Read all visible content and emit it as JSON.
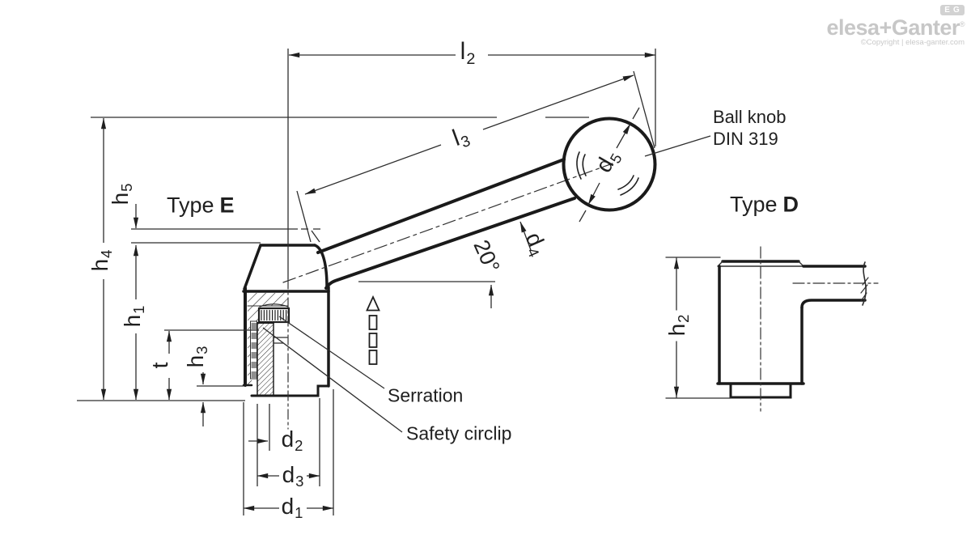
{
  "logo": {
    "elesa": "elesa",
    "plus": "+",
    "ganter": "Ganter",
    "registered": "®",
    "tagline": "©Copyright | elesa-ganter.com",
    "badge_e": "E",
    "badge_g": "G"
  },
  "annotations": {
    "type_e_prefix": "Type",
    "type_e_letter": "E",
    "type_d_prefix": "Type",
    "type_d_letter": "D",
    "ball_knob_line1": "Ball knob",
    "ball_knob_line2": "DIN 319",
    "serration": "Serration",
    "safety_circlip": "Safety circlip",
    "angle": "20°"
  },
  "dimensions": {
    "l2": {
      "main": "l",
      "sub": "2"
    },
    "l3": {
      "main": "l",
      "sub": "3"
    },
    "d5": {
      "main": "d",
      "sub": "5"
    },
    "d4": {
      "main": "d",
      "sub": "4"
    },
    "h5": {
      "main": "h",
      "sub": "5"
    },
    "h4": {
      "main": "h",
      "sub": "4"
    },
    "h1": {
      "main": "h",
      "sub": "1"
    },
    "h3": {
      "main": "h",
      "sub": "3"
    },
    "t": {
      "main": "t",
      "sub": ""
    },
    "d2": {
      "main": "d",
      "sub": "2"
    },
    "d3": {
      "main": "d",
      "sub": "3"
    },
    "d1": {
      "main": "d",
      "sub": "1"
    },
    "h2": {
      "main": "h",
      "sub": "2"
    }
  }
}
